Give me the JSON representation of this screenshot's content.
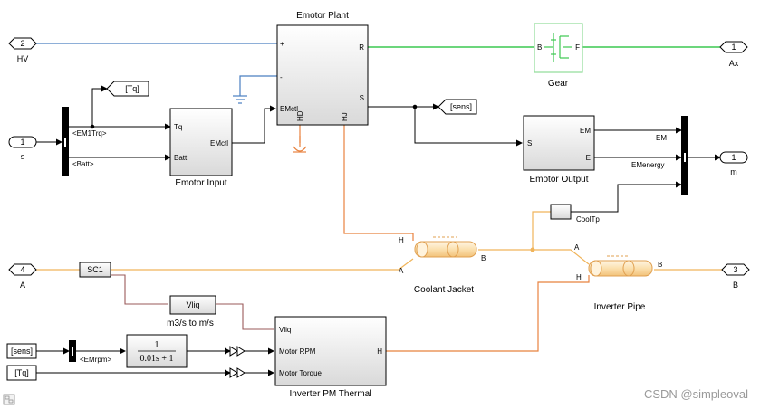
{
  "blocks": {
    "emotor_plant": {
      "title": "Emotor Plant",
      "in_plus": "+",
      "in_minus": "-",
      "in_emctl": "EMctl",
      "out_r": "R",
      "out_s": "S",
      "port_hd": "HD",
      "port_hj": "HJ"
    },
    "gear": {
      "title": "Gear",
      "port_b": "B",
      "port_f": "F"
    },
    "emotor_input": {
      "title": "Emotor Input",
      "in_tq": "Tq",
      "in_batt": "Batt",
      "out_emctl": "EMctl"
    },
    "emotor_output": {
      "title": "Emotor Output",
      "in_s": "S",
      "out_em": "EM",
      "out_e": "E"
    },
    "coolant_jacket": {
      "title": "Coolant Jacket",
      "port_h": "H",
      "port_a": "A",
      "port_b": "B"
    },
    "inverter_pipe": {
      "title": "Inverter Pipe",
      "port_a": "A",
      "port_h": "H",
      "port_b": "B"
    },
    "inverter_thermal": {
      "title": "Inverter PM Thermal",
      "in_vliq": "Vliq",
      "in_rpm": "Motor RPM",
      "in_torque": "Motor Torque",
      "out_h": "H"
    },
    "vliq": {
      "label": "Vliq",
      "caption": "m3/s to m/s"
    },
    "sc1": {
      "label": "SC1"
    },
    "cooltp": {
      "label": "CoolTp"
    },
    "transfer_fn": {
      "numerator": "1",
      "denominator": "0.01s + 1"
    }
  },
  "ports": {
    "hv": {
      "num": "2",
      "label": "HV"
    },
    "s": {
      "num": "1",
      "label": "s"
    },
    "a": {
      "num": "4",
      "label": "A"
    },
    "ax": {
      "num": "1",
      "label": "Ax"
    },
    "m": {
      "num": "1",
      "label": "m"
    },
    "b": {
      "num": "3",
      "label": "B"
    }
  },
  "tags": {
    "tq_goto": "[Tq]",
    "sens_goto": "[sens]",
    "sens_from": "[sens]",
    "tq_from": "[Tq]"
  },
  "signals": {
    "em1trq": "<EM1Trq>",
    "batt": "<Batt>",
    "em": "EM",
    "emenergy": "EMenergy",
    "emrpm": "<EMrpm>"
  },
  "watermark": "CSDN @simpleoval",
  "colors": {
    "electrical": "#4a7fc1",
    "mechanical": "#3cc850",
    "thermal": "#e8823f",
    "thermal_liquid": "#f0b45a",
    "signal": "#000000",
    "gear_border": "#8fdc98",
    "connector": "#9a5a5a"
  }
}
